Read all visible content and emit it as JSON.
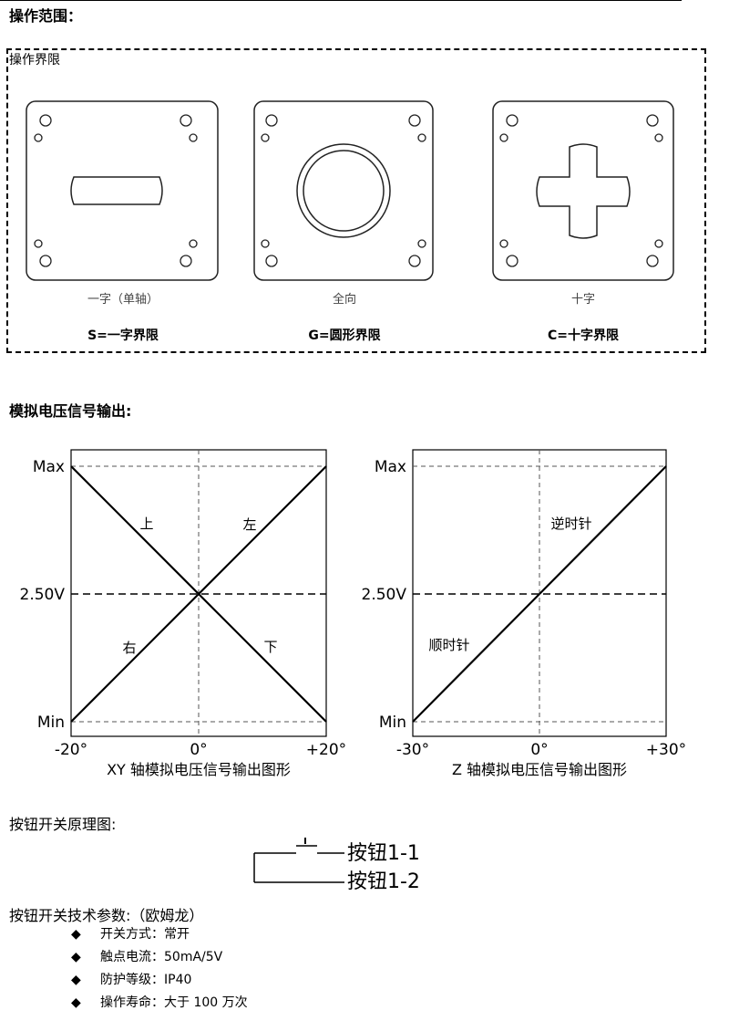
{
  "section_operation": {
    "title": "操作范围：",
    "box_label": "操作界限"
  },
  "limits": [
    {
      "caption": "一字（单轴）",
      "label": "S=一字界限"
    },
    {
      "caption": "全向",
      "label": "G=圆形界限"
    },
    {
      "caption": "十字",
      "label": "C=十字界限"
    }
  ],
  "section_analog": {
    "title": "模拟电压信号输出:"
  },
  "chart_data": [
    {
      "type": "line",
      "title": "XY 轴模拟电压信号输出图形",
      "x_ticks": [
        "-20°",
        "0°",
        "+20°"
      ],
      "y_ticks": [
        "Min",
        "2.50V",
        "Max"
      ],
      "xlim": [
        -20,
        20
      ],
      "series": [
        {
          "name": "上",
          "x": [
            -20,
            0
          ],
          "y": [
            "Max",
            "2.50V"
          ]
        },
        {
          "name": "左",
          "x": [
            0,
            20
          ],
          "y": [
            "2.50V",
            "Max"
          ]
        },
        {
          "name": "右",
          "x": [
            -20,
            0
          ],
          "y": [
            "Min",
            "2.50V"
          ]
        },
        {
          "name": "下",
          "x": [
            0,
            20
          ],
          "y": [
            "2.50V",
            "Min"
          ]
        }
      ],
      "grid": "dashed at Max, 2.50V, Min and 0°"
    },
    {
      "type": "line",
      "title": "Z 轴模拟电压信号输出图形",
      "x_ticks": [
        "-30°",
        "0°",
        "+30°"
      ],
      "y_ticks": [
        "Min",
        "2.50V",
        "Max"
      ],
      "xlim": [
        -30,
        30
      ],
      "series": [
        {
          "name": "顺时针",
          "x": [
            -30,
            0
          ],
          "y": [
            "Min",
            "2.50V"
          ]
        },
        {
          "name": "逆时针",
          "x": [
            0,
            30
          ],
          "y": [
            "2.50V",
            "Max"
          ]
        }
      ],
      "grid": "dashed at Max, 2.50V, Min and 0°"
    }
  ],
  "section_switch": {
    "title": "按钮开关原理图:",
    "terminal_1": "按钮1-1",
    "terminal_2": "按钮1-2"
  },
  "section_specs": {
    "title": "按钮开关技术参数:（欧姆龙）",
    "bullet_symbol": "◆",
    "items": [
      "开关方式：常开",
      "触点电流：50mA/5V",
      "防护等级：IP40",
      "操作寿命：大于 100 万次"
    ]
  }
}
